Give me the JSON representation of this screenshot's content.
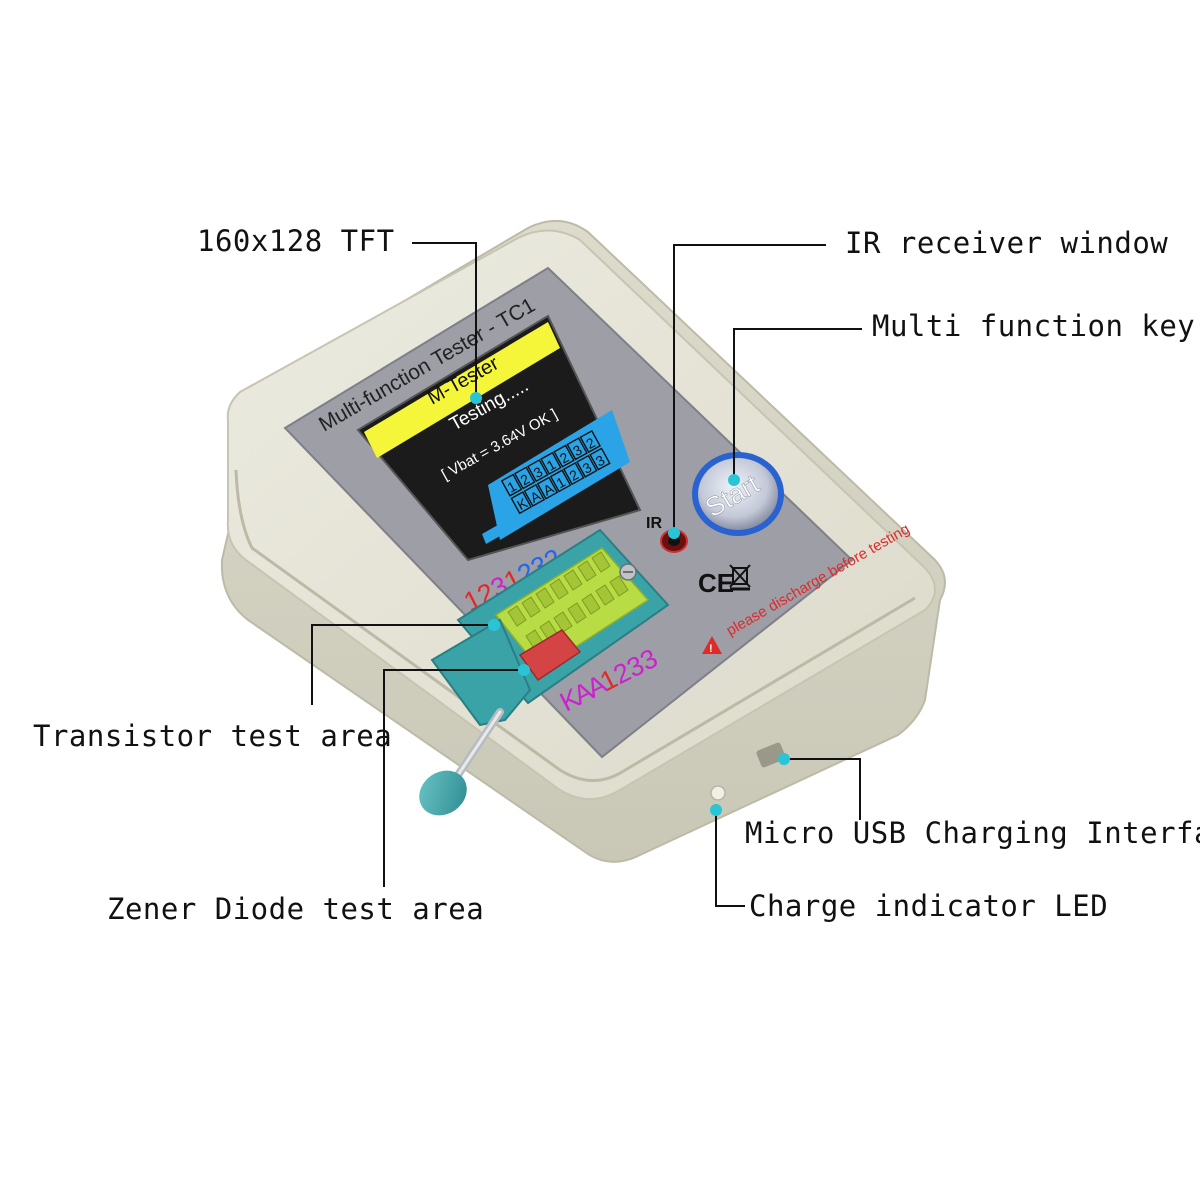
{
  "callouts": {
    "tft": "160x128 TFT",
    "ir_receiver": "IR receiver window",
    "multi_key": "Multi function key",
    "transistor_area": "Transistor test area",
    "zener_area": "Zener Diode test area",
    "usb_interface": "Micro USB Charging Interface",
    "charge_led": "Charge indicator LED"
  },
  "device": {
    "panel_title": "Multi-function Tester - TC1",
    "ir_label": "IR",
    "start_label": "Start",
    "ce_mark": "CE",
    "warning_text": "please discharge before testing",
    "socket_top_digits": [
      "1",
      "2",
      "3",
      "1",
      "2",
      "3",
      "2"
    ],
    "socket_bottom_chars": [
      "K",
      "A",
      "A",
      "1",
      "2",
      "3",
      "3"
    ]
  },
  "screen": {
    "header": "M-Tester",
    "status": "Testing.....",
    "battery": "[ Vbat = 3.64V OK ]",
    "pins_row1": [
      "1",
      "2",
      "3",
      "1",
      "2",
      "3",
      "2"
    ],
    "pins_row2": [
      "K",
      "A",
      "A",
      "1",
      "2",
      "3",
      "3"
    ]
  },
  "colors": {
    "accent_cyan": "#29c5d6",
    "screen_yellow": "#f5f53a",
    "screen_blue": "#2aa4e6",
    "panel_gray": "#9d9ea6",
    "case_beige": "#e4e2d2",
    "socket_green": "#b8dc44",
    "lever_teal": "#3aa3a8",
    "zener_red": "#d44444",
    "label_red": "#e02a2a",
    "label_magenta": "#cc22cc",
    "label_blue": "#2266ee"
  }
}
